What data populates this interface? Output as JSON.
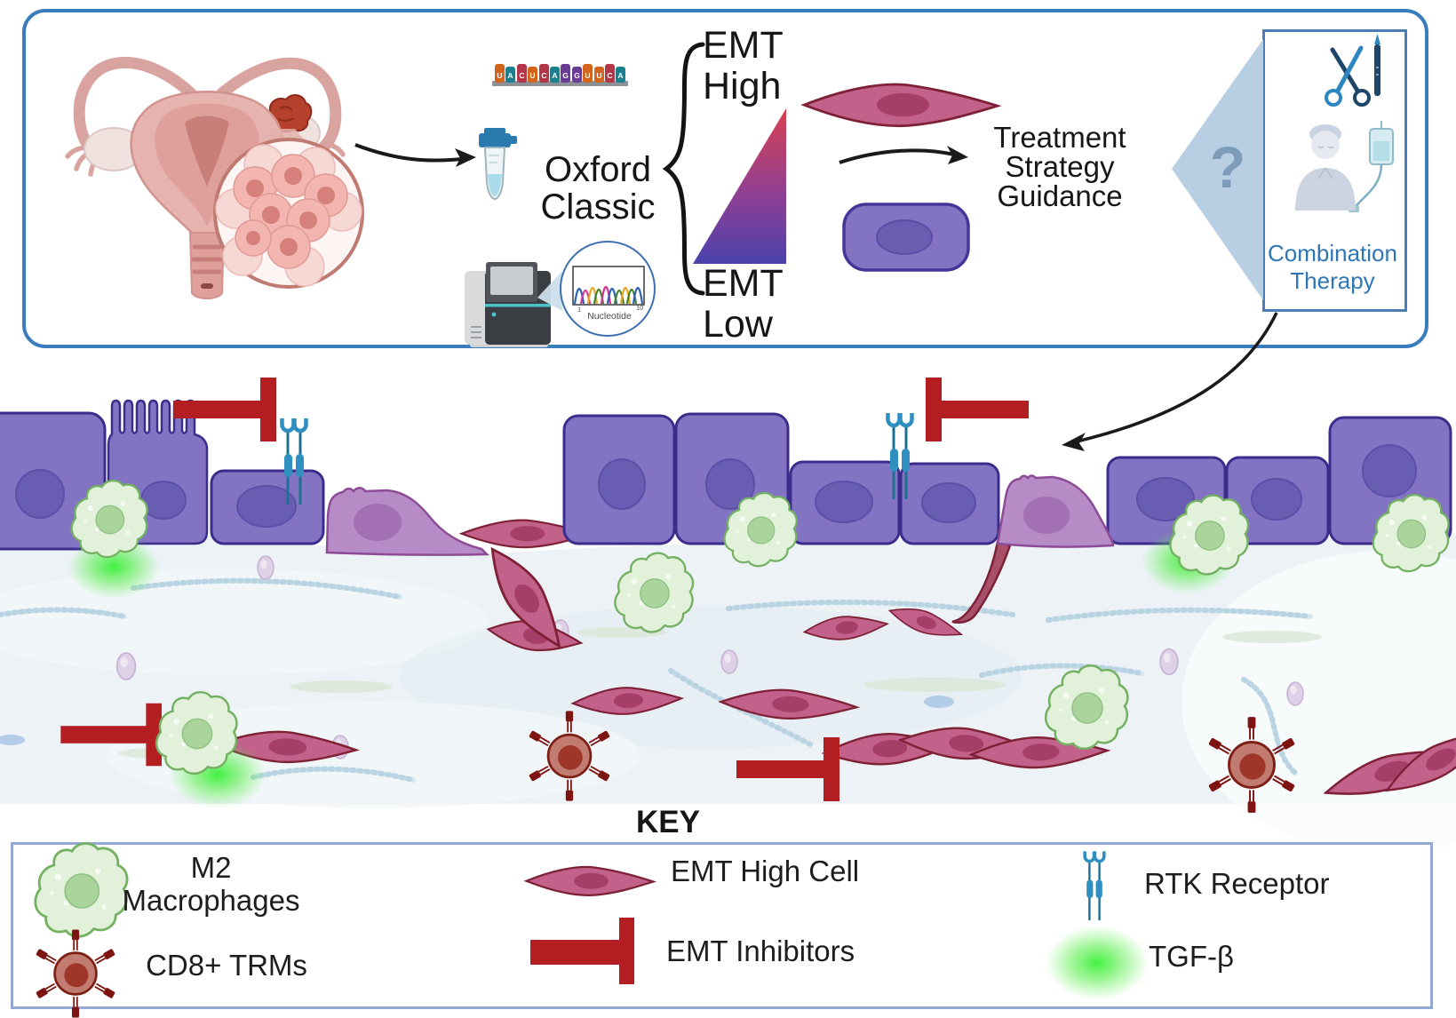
{
  "colors": {
    "panel_border_blue": "#3a7dbd",
    "key_border_periwinkle": "#95a8d4",
    "epithelial_cell_purple": "#8274c2",
    "epithelial_nucleus_purple": "#695cb3",
    "emt_cell_pink": "#c2618a",
    "emt_nucleus": "#a63f68",
    "transition_cell_lavender": "#b78cc6",
    "macrophage_green": "#e1f1da",
    "inhibitor_red": "#b21e22",
    "rtk_blue": "#2e8fc0",
    "tgfb_green": "#3fee3f"
  },
  "top_panel": {
    "oxford_label": "Oxford Classic",
    "emt_high_label": "EMT High",
    "emt_low_label": "EMT Low",
    "treatment_label": "Treatment Strategy Guidance",
    "question_mark": "?",
    "combination_label": "Combination Therapy",
    "rna_sequence": [
      {
        "base": "U",
        "color": "#d2641c"
      },
      {
        "base": "A",
        "color": "#19808f"
      },
      {
        "base": "C",
        "color": "#b23548"
      },
      {
        "base": "U",
        "color": "#d2641c"
      },
      {
        "base": "C",
        "color": "#b23548"
      },
      {
        "base": "A",
        "color": "#19808f"
      },
      {
        "base": "G",
        "color": "#6a3b92"
      },
      {
        "base": "G",
        "color": "#6a3b92"
      },
      {
        "base": "U",
        "color": "#d2641c"
      },
      {
        "base": "U",
        "color": "#d2641c"
      },
      {
        "base": "C",
        "color": "#b23548"
      },
      {
        "base": "A",
        "color": "#19808f"
      }
    ],
    "chromatogram": {
      "xlabel": "Nucleotide",
      "tick_first": "1",
      "tick_last": "10",
      "peak_colors": [
        "#2b61b0",
        "#d6328f",
        "#eaa920",
        "#46812f",
        "#d6328f",
        "#2b61b0",
        "#46812f",
        "#eaa920",
        "#46812f",
        "#2b61b0"
      ]
    }
  },
  "key": {
    "title": "KEY",
    "entries": [
      {
        "icon": "m2-macrophage-icon",
        "label": "M2 Macrophages"
      },
      {
        "icon": "cd8-trm-icon",
        "label": "CD8+ TRMs"
      },
      {
        "icon": "emt-high-cell-icon",
        "label": "EMT High Cell"
      },
      {
        "icon": "emt-inhibitor-icon",
        "label": "EMT Inhibitors"
      },
      {
        "icon": "rtk-receptor-icon",
        "label": "RTK Receptor"
      },
      {
        "icon": "tgf-beta-icon",
        "label": "TGF-β"
      }
    ]
  }
}
